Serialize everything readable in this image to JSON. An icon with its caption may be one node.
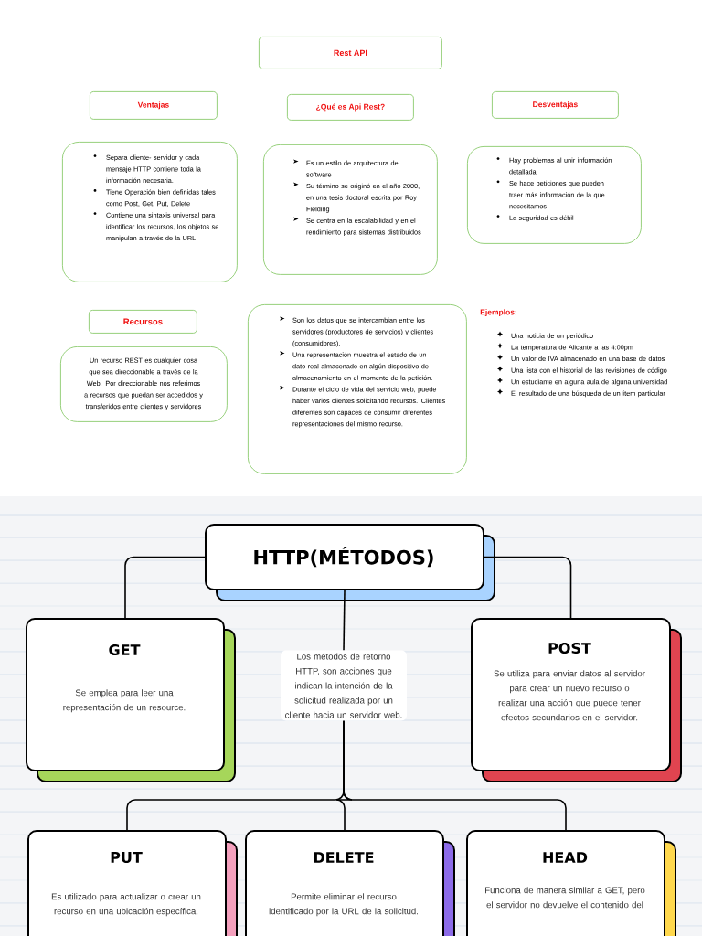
{
  "diagram": {
    "nodes": [
      {
        "text": [
          "Rest API"
        ]
      },
      {
        "text": [
          "Ventajas"
        ]
      },
      {
        "text": [
          "¿Qué es Api Rest?"
        ]
      },
      {
        "text": [
          "Desventajas"
        ]
      },
      {
        "text": [
          "Separa cliente- servidor y cada mensaje HTTP contiene toda la información necesaria.",
          "Tiene Operación bien definidas tales como Post, Get, Put, Delete",
          "Contiene una sintaxis universal para identificar los recursos, los objetos se manipulan a través de la URL"
        ]
      },
      {
        "text": [
          "Es un estilo de arquitectura de software",
          "Su término se originó en el año 2000, en una tesis doctoral escrita por Roy Fielding",
          "Se centra en la escalabilidad y en el rendimiento para sistemas distribuidos"
        ]
      },
      {
        "text": [
          "Hay problemas al unir información detallada",
          "Se hace peticiones que pueden traer más información de la que necesitamos",
          "La seguridad es débil"
        ]
      },
      {
        "text": [
          "Recursos"
        ]
      },
      {
        "text": [
          "Un recurso REST es cualquier cosa que sea direccionable a través de la Web. Por direccionable nos referimos a recursos que puedan ser accedidos y transferidos entre clientes y servidores"
        ]
      },
      {
        "text": [
          "Son los datos que se intercambian entre los servidores (productores de servicios) y clientes (consumidores).",
          "Una representación muestra el estado de un dato real almacenado en algún dispositivo de almacenamiento en el momento de la petición.",
          "Durante el ciclo de vida del servicio web, puede haber varios clientes solicitando recursos. Clientes diferentes son capaces de consumir diferentes representaciones del mismo recurso."
        ]
      },
      {
        "text": [
          "HTTP(MÉTODOS)"
        ]
      },
      {
        "text": [
          "GET",
          "Se emplea para leer una representación de un resource."
        ]
      },
      {
        "text": [
          "Los métodos de retorno HTTP, son acciones que indican la intención de la solicitud realizada por un cliente hacia un servidor web."
        ]
      },
      {
        "text": [
          "POST",
          "Se utiliza para enviar datos al servidor para crear un nuevo recurso o realizar una acción que puede tener efectos secundarios en el servidor."
        ]
      },
      {
        "text": [
          "PUT",
          "Es utilizado para actualizar o crear un recurso en una ubicación específica."
        ]
      },
      {
        "text": [
          "DELETE",
          "Permite eliminar el recurso identificado por la URL de la solicitud."
        ]
      },
      {
        "text": [
          "HEAD",
          "Funciona de manera similar a GET, pero el servidor no devuelve el contenido del"
        ]
      }
    ],
    "edges": [
      {
        "from": 10,
        "to": 11,
        "arrow": "none"
      },
      {
        "from": 10,
        "to": 13,
        "arrow": "none"
      },
      {
        "from": 10,
        "to": 12,
        "arrow": "none"
      },
      {
        "from": 12,
        "to": 14,
        "arrow": "none"
      },
      {
        "from": 12,
        "to": 15,
        "arrow": "none"
      },
      {
        "from": 12,
        "to": 16,
        "arrow": "none"
      }
    ],
    "labels": [
      "Ejemplos:",
      "Una noticia de un periódico",
      "La temperatura de Alicante a las 4:00pm",
      "Un valor de IVA almacenado en una base de datos",
      "Una lista con el historial de las revisiones de código",
      "Un estudiante en alguna aula de alguna universidad",
      "El resultado de una búsqueda de un ítem particular"
    ]
  }
}
